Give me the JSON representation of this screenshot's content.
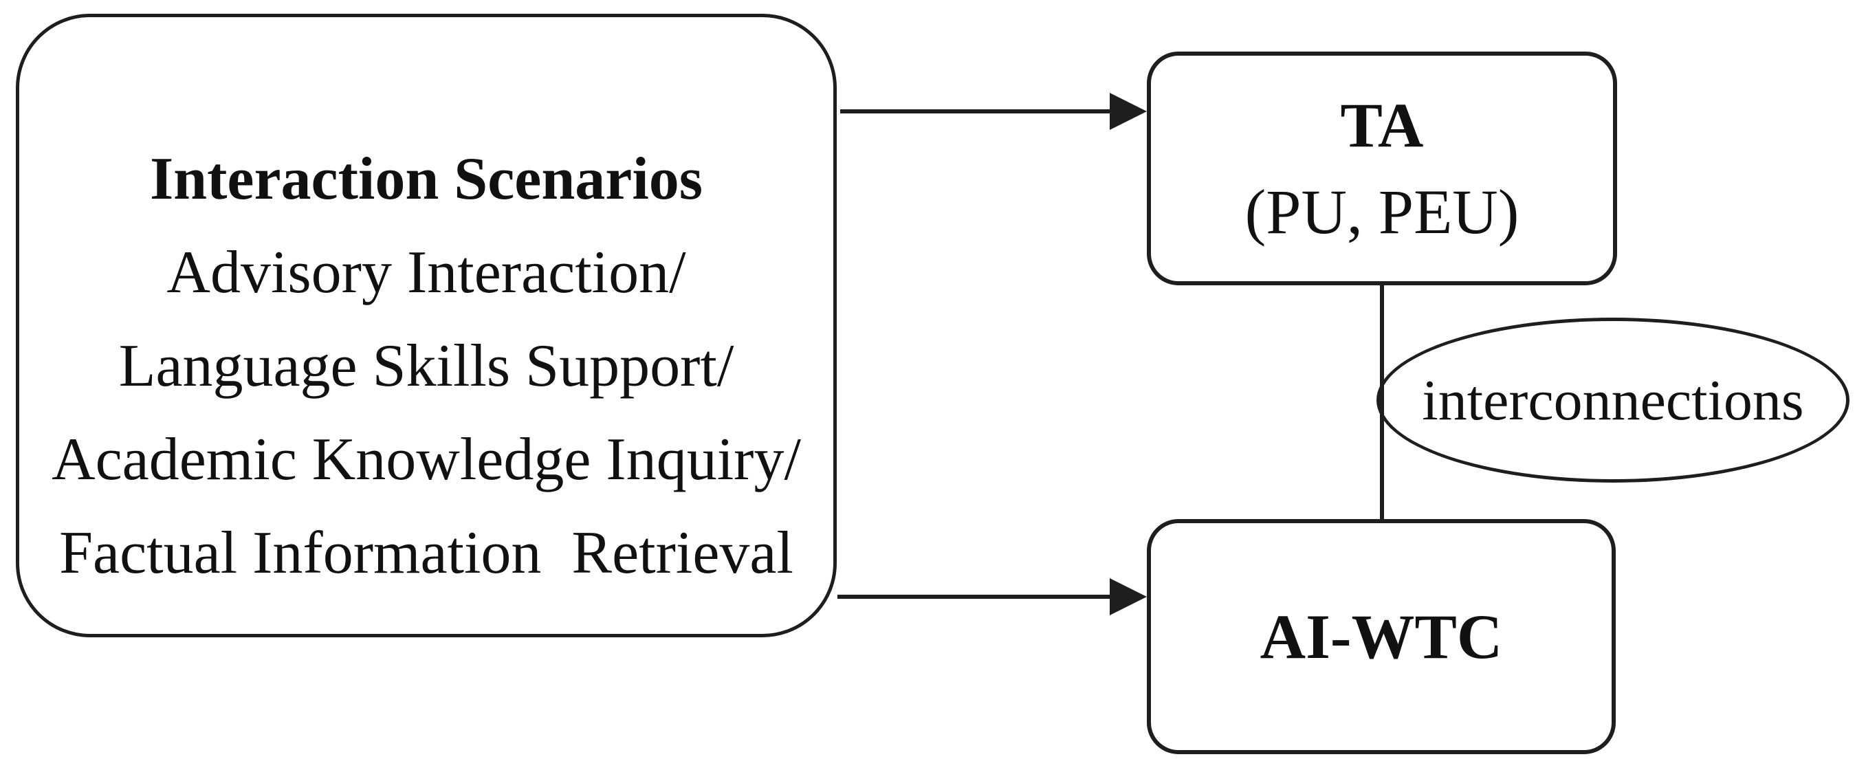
{
  "figure": {
    "background": "#ffffff",
    "ink": "#1e1e1e",
    "scenarios_box": {
      "title": "Interaction Scenarios",
      "lines": [
        "Advisory Interaction/",
        "Language Skills Support/",
        "Academic Knowledge Inquiry/",
        "Factual Information  Retrieval"
      ]
    },
    "ta_box": {
      "title": "TA",
      "subtitle": "(PU, PEU)"
    },
    "aiwtc_box": {
      "title": "AI-WTC"
    },
    "connector_label": "interconnections"
  }
}
